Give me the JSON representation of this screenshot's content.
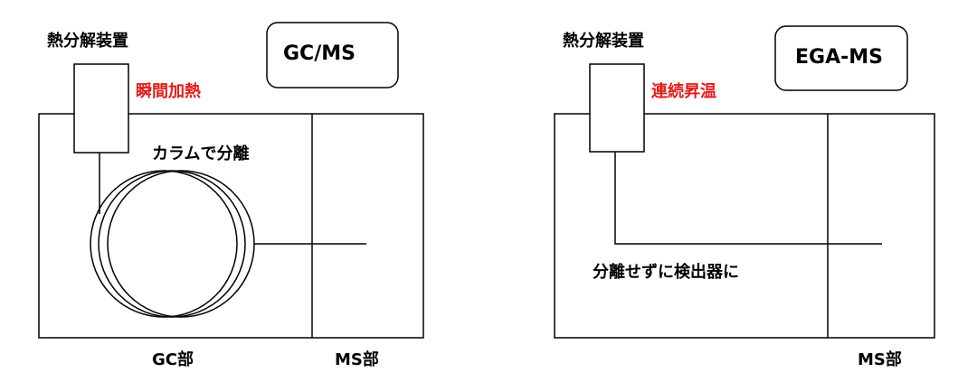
{
  "colors": {
    "line": "#000000",
    "highlight": "#e31b1b",
    "background": "#ffffff"
  },
  "gcms": {
    "title": "GC/MS",
    "pyrolyzer_label": "熱分解装置",
    "heating_label": "瞬間加熱",
    "column_label": "カラムで分離",
    "gc_section_label": "GC部",
    "ms_section_label": "MS部"
  },
  "egams": {
    "title": "EGA-MS",
    "pyrolyzer_label": "熱分解装置",
    "heating_label": "連続昇温",
    "path_label": "分離せずに検出器に",
    "ms_section_label": "MS部"
  }
}
